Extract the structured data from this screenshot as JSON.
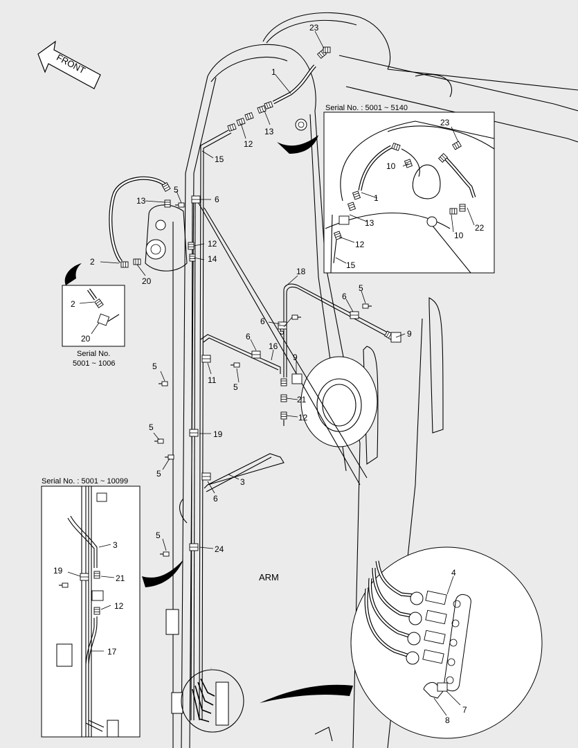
{
  "direction_label": "FRONT",
  "component_label": "ARM",
  "callouts": {
    "c1": "1",
    "c2": "2",
    "c3": "3",
    "c4": "4",
    "c5": "5",
    "c6": "6",
    "c7": "7",
    "c8": "8",
    "c9": "9",
    "c10": "10",
    "c11": "11",
    "c12": "12",
    "c13": "13",
    "c14": "14",
    "c15": "15",
    "c16": "16",
    "c17": "17",
    "c18": "18",
    "c19": "19",
    "c20": "20",
    "c21": "21",
    "c22": "22",
    "c23": "23",
    "c24": "24"
  },
  "insets": {
    "top_right_serial": "Serial No. : 5001 ~ 5140",
    "left_small_serial_line1": "Serial No.",
    "left_small_serial_line2": "5001 ~ 1006",
    "bottom_left_serial": "Serial No. : 5001 ~ 10099"
  },
  "icons": {
    "front_arrow": "front-arrow-icon",
    "pointer": "pointer-arrow-icon",
    "fitting": "hose-fitting-icon",
    "bolt": "bolt-icon",
    "clamp": "clamp-icon",
    "connector_block": "connector-block-icon"
  }
}
